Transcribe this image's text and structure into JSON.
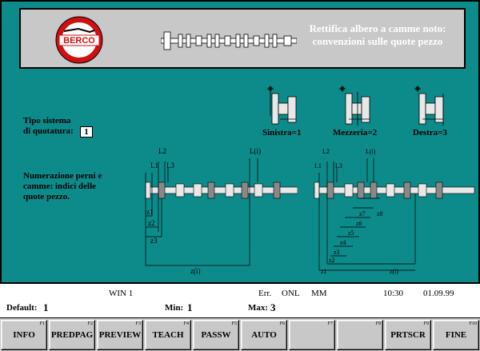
{
  "header": {
    "title_line1": "Rettifica albero a camme noto:",
    "title_line2": "convenzioni sulle quote pezzo",
    "logo_text": "BERCO"
  },
  "form": {
    "system_label_line1": "Tipo sistema",
    "system_label_line2": "di quotatura:",
    "system_value": "1",
    "numbering_label_line1": "Numerazione perni e",
    "numbering_label_line2": "camme: indici delle",
    "numbering_label_line3": "quote pezzo."
  },
  "options": {
    "left": "Sinistra=1",
    "center": "Mezzeria=2",
    "right": "Destra=3"
  },
  "diagram_left": {
    "labels": [
      "L2",
      "L1",
      "L3",
      "L(i)",
      "z1",
      "z2",
      "z3",
      "z(i)"
    ]
  },
  "diagram_right": {
    "labels": [
      "L2",
      "L1",
      "L3",
      "L(i)",
      "z8",
      "z7",
      "z6",
      "z5",
      "z4",
      "z3",
      "z2",
      "z1",
      "z(i)"
    ]
  },
  "status": {
    "win": "WIN 1",
    "err": "Err.",
    "onl": "ONL",
    "mm": "MM",
    "time": "10:30",
    "date": "01.09.99",
    "default_label": "Default:",
    "default_value": "1",
    "min_label": "Min:",
    "min_value": "1",
    "max_label": "Max:",
    "max_value": "3"
  },
  "fkeys": [
    {
      "label": "INFO",
      "num": "F1"
    },
    {
      "label": "PREDPAG",
      "num": "F2"
    },
    {
      "label": "PREVIEW",
      "num": "F3"
    },
    {
      "label": "TEACH",
      "num": "F4"
    },
    {
      "label": "PASSW",
      "num": "F5"
    },
    {
      "label": "AUTO",
      "num": "F6"
    },
    {
      "label": "",
      "num": "F7"
    },
    {
      "label": "",
      "num": "F8"
    },
    {
      "label": "PRTSCR",
      "num": "F9"
    },
    {
      "label": "FINE",
      "num": "F10"
    }
  ],
  "colors": {
    "screen_bg": "#0d8a8a",
    "header_bg": "#c8c8c8",
    "logo_red": "#d01010"
  }
}
